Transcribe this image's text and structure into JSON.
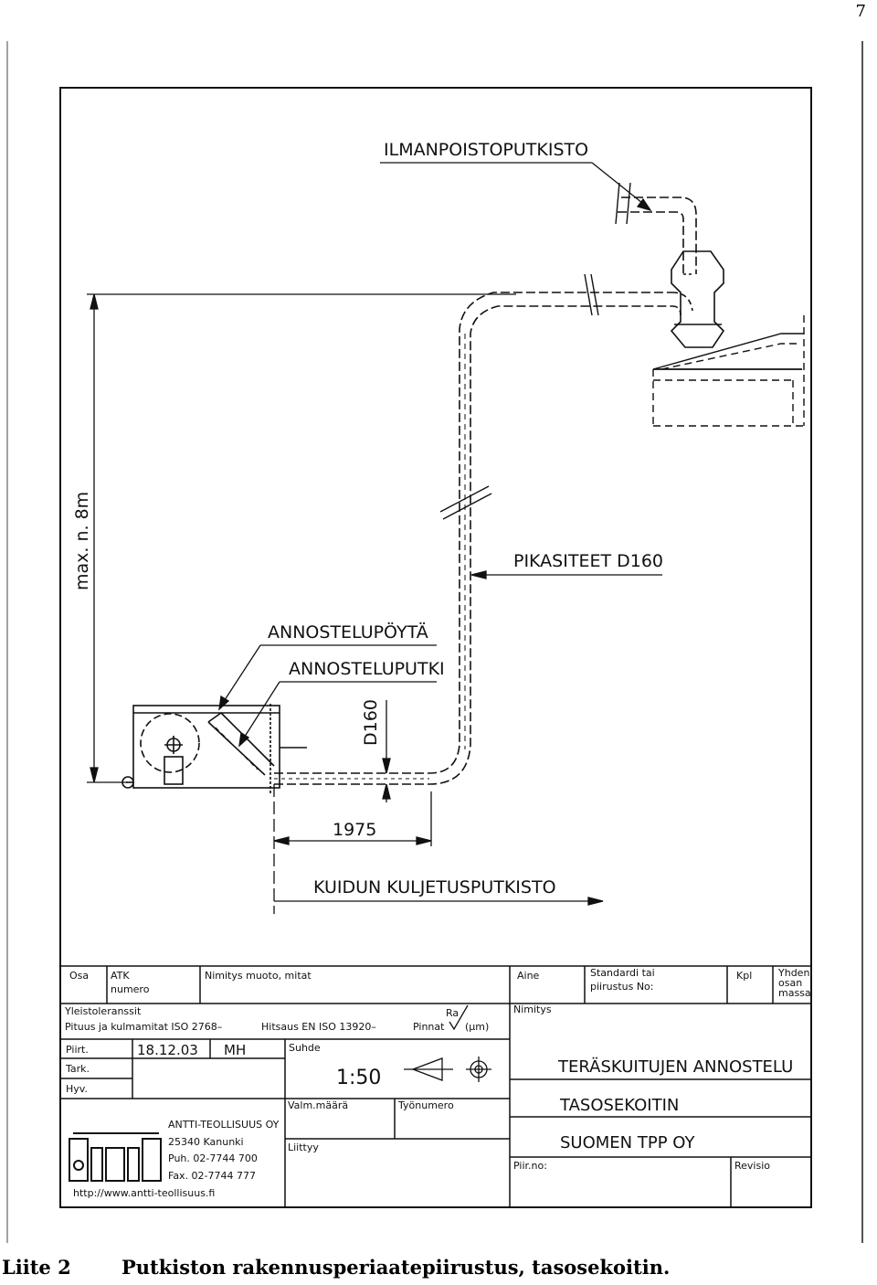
{
  "page_number": "7",
  "labels": {
    "air_exhaust": "ILMANPOISTOPUTKISTO",
    "quick_couplings": "PIKASITEET D160",
    "dosing_table": "ANNOSTELUPÖYTÄ",
    "dosing_pipe": "ANNOSTELUPUTKI",
    "fiber_conveying": "KUIDUN KULJETUSPUTKISTO",
    "max_height": "max. n. 8m",
    "diameter": "D160",
    "length": "1975"
  },
  "title_block": {
    "osa": "Osa",
    "atk": "ATK",
    "numero": "numero",
    "nimitys_muoto": "Nimitys muoto, mitat",
    "aine": "Aine",
    "standardi": "Standardi tai",
    "piirustus_no": "piirustus No:",
    "kpl": "Kpl",
    "yhden": "Yhden",
    "osan": "osan",
    "massa": "massa",
    "yleistoleranssit": "Yleistoleranssit",
    "pituus": "Pituus ja kulmamitat ISO 2768–",
    "hitsaus": "Hitsaus EN ISO 13920–",
    "pinnat": "Pinnat",
    "ra": "Ra",
    "um": "(µm)",
    "nimitys": "Nimitys",
    "piirt": "Piirt.",
    "date": "18.12.03",
    "drawer": "MH",
    "suhde": "Suhde",
    "scale": "1:50",
    "tark": "Tark.",
    "hyv": "Hyv.",
    "valm_maara": "Valm.määrä",
    "tyonumero": "Työnumero",
    "liittyy": "Liittyy",
    "name_line1": "TERÄSKUITUJEN ANNOSTELU",
    "name_line2": "TASOSEKOITIN",
    "company_client": "SUOMEN TPP OY",
    "piir_no": "Piir.no:",
    "revisio": "Revisio",
    "company_name": "ANTTI-TEOLLISUUS OY",
    "company_address": "25340 Kanunki",
    "company_phone": "Puh. 02-7744 700",
    "company_fax": "Fax. 02-7744 777",
    "company_web": "http://www.antti-teollisuus.fi"
  },
  "caption": {
    "appendix": "Liite 2",
    "text": "Putkiston rakennusperiaatepiirustus, tasosekoitin."
  }
}
